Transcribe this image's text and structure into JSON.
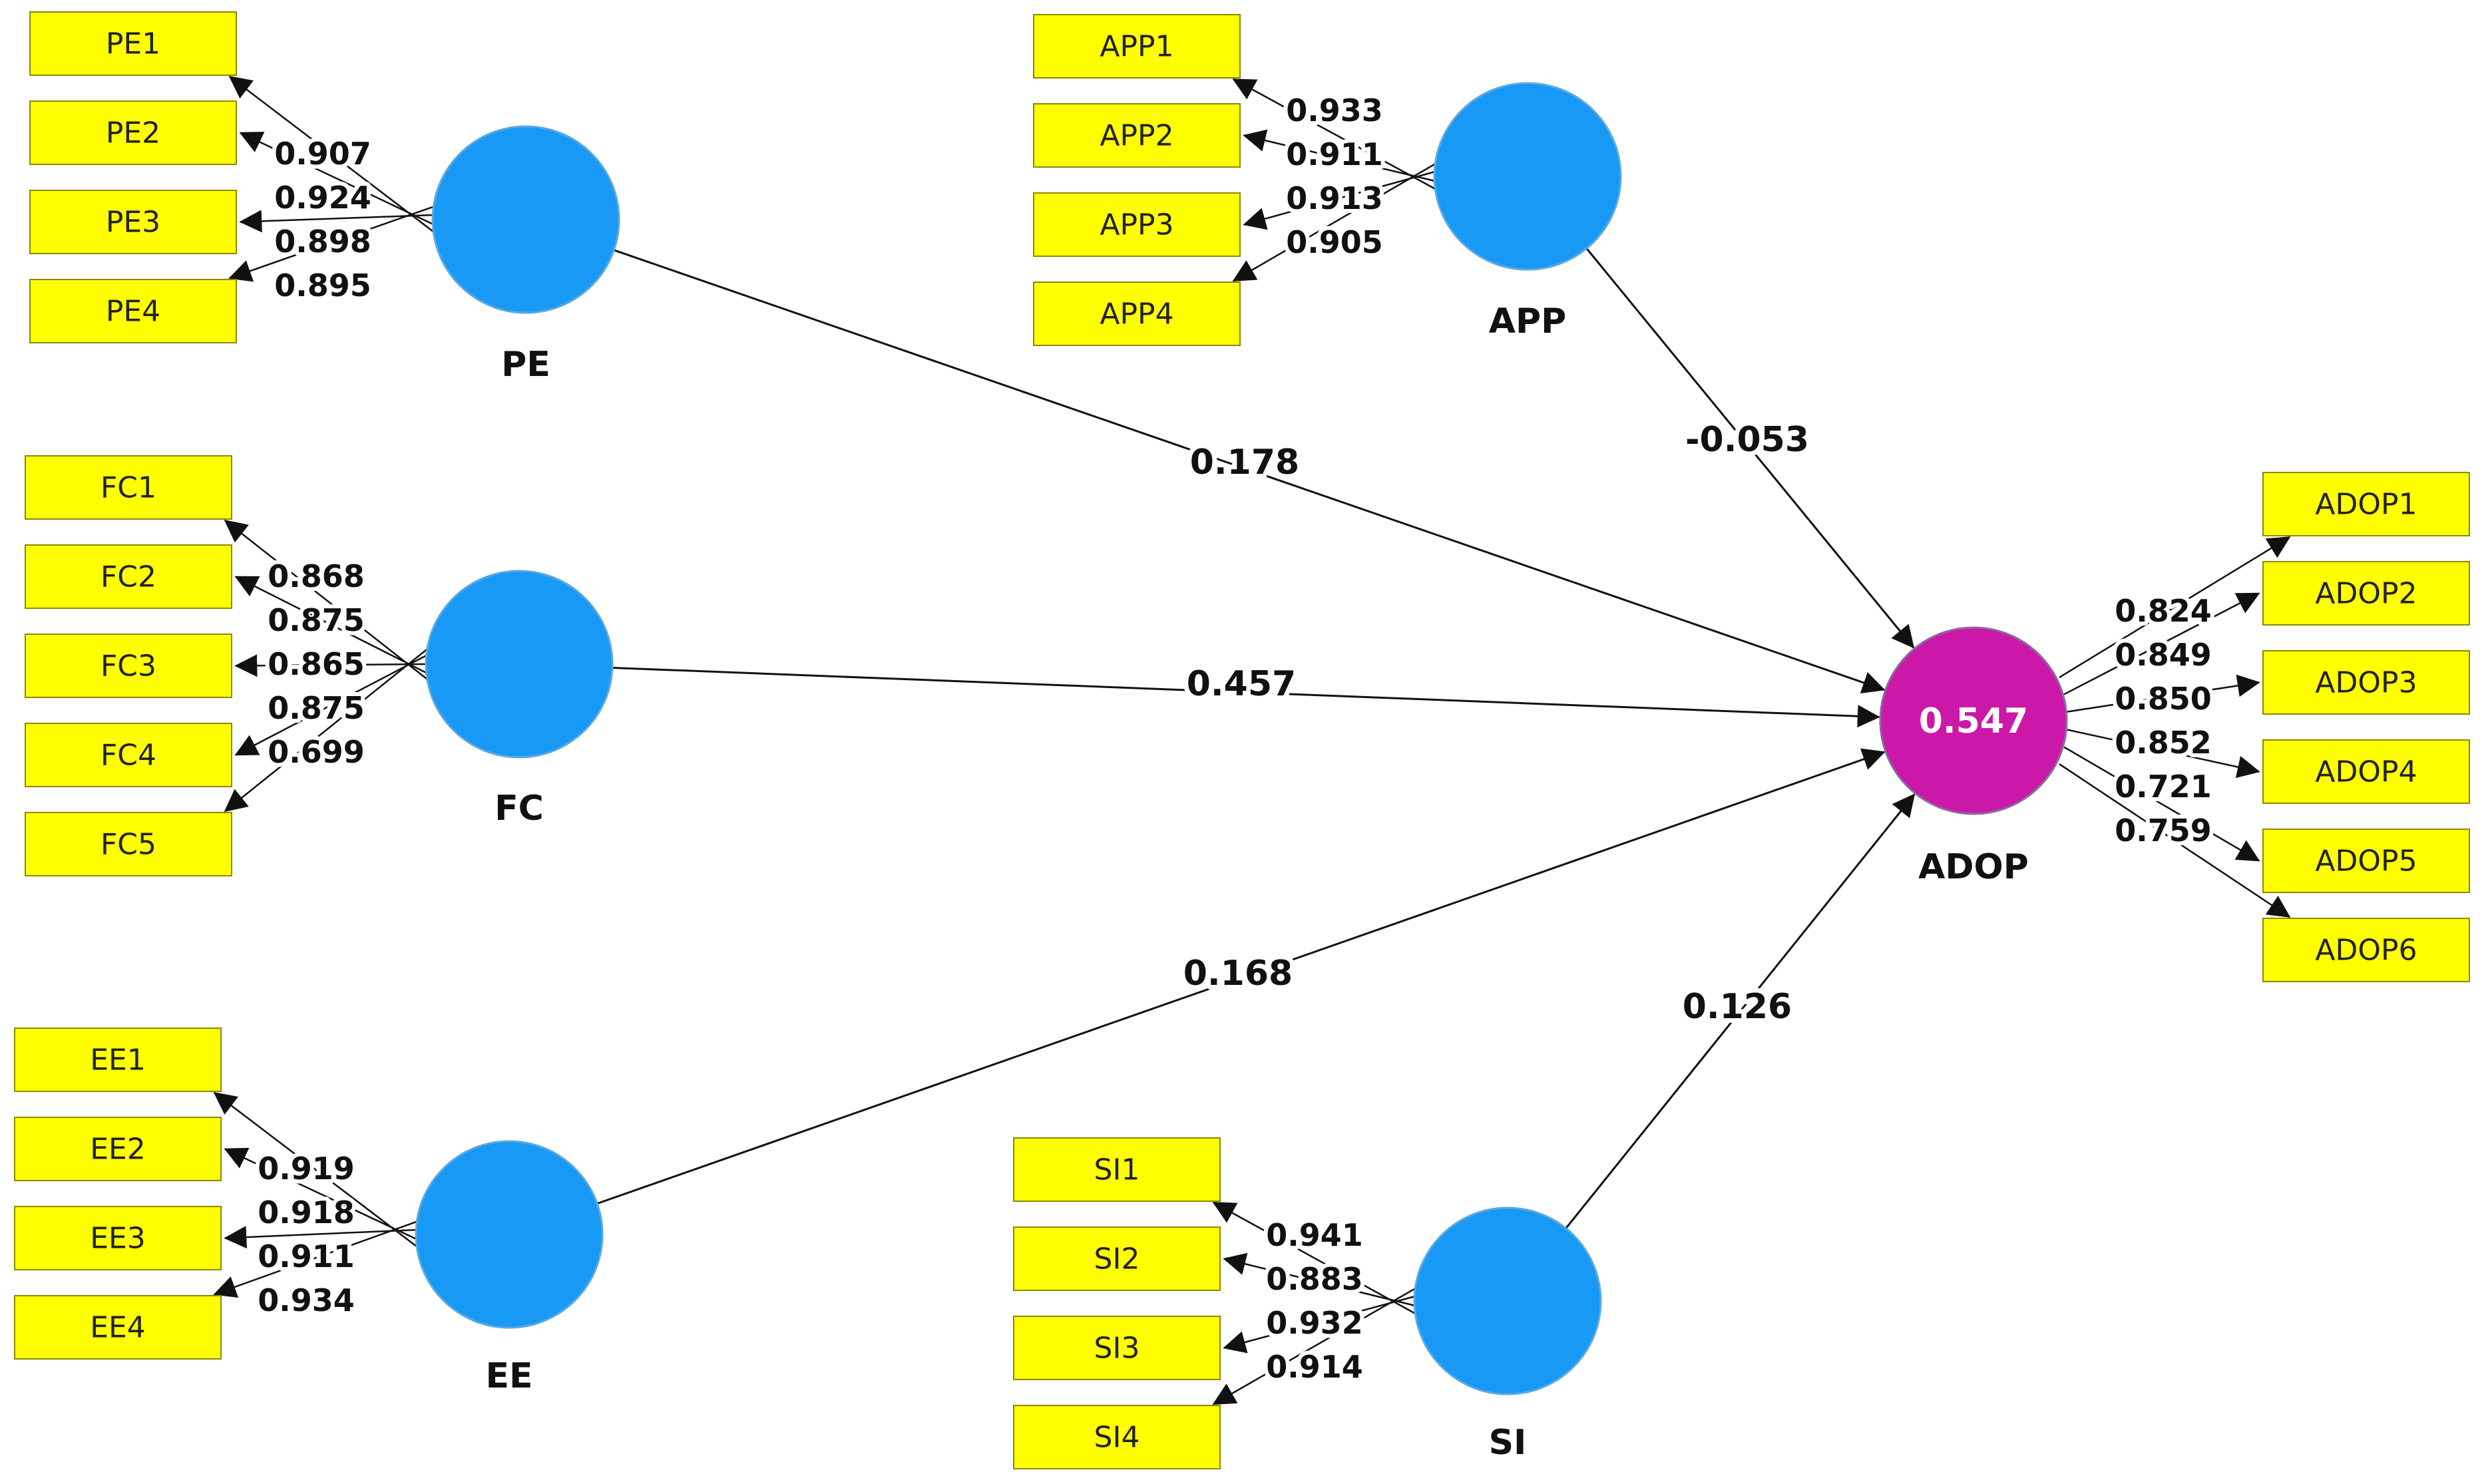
{
  "colors": {
    "indicator_fill": "#ffff00",
    "exogenous_fill": "#1799f5",
    "endogenous_fill": "#cc18a8",
    "line": "#111111"
  },
  "constructs": [
    {
      "id": "PE",
      "label": "PE",
      "role": "exogenous"
    },
    {
      "id": "APP",
      "label": "APP",
      "role": "exogenous"
    },
    {
      "id": "FC",
      "label": "FC",
      "role": "exogenous"
    },
    {
      "id": "EE",
      "label": "EE",
      "role": "exogenous"
    },
    {
      "id": "SI",
      "label": "SI",
      "role": "exogenous"
    },
    {
      "id": "ADOP",
      "label": "ADOP",
      "role": "endogenous",
      "r_squared": "0.547"
    }
  ],
  "measurement": [
    {
      "construct": "PE",
      "indicators": [
        "PE1",
        "PE2",
        "PE3",
        "PE4"
      ],
      "loadings": [
        "0.907",
        "0.924",
        "0.898",
        "0.895"
      ]
    },
    {
      "construct": "APP",
      "indicators": [
        "APP1",
        "APP2",
        "APP3",
        "APP4"
      ],
      "loadings": [
        "0.933",
        "0.911",
        "0.913",
        "0.905"
      ]
    },
    {
      "construct": "FC",
      "indicators": [
        "FC1",
        "FC2",
        "FC3",
        "FC4",
        "FC5"
      ],
      "loadings": [
        "0.868",
        "0.875",
        "0.865",
        "0.875",
        "0.699"
      ]
    },
    {
      "construct": "EE",
      "indicators": [
        "EE1",
        "EE2",
        "EE3",
        "EE4"
      ],
      "loadings": [
        "0.919",
        "0.918",
        "0.911",
        "0.934"
      ]
    },
    {
      "construct": "SI",
      "indicators": [
        "SI1",
        "SI2",
        "SI3",
        "SI4"
      ],
      "loadings": [
        "0.941",
        "0.883",
        "0.932",
        "0.914"
      ]
    },
    {
      "construct": "ADOP",
      "indicators": [
        "ADOP1",
        "ADOP2",
        "ADOP3",
        "ADOP4",
        "ADOP5",
        "ADOP6"
      ],
      "loadings": [
        "0.824",
        "0.849",
        "0.850",
        "0.852",
        "0.721",
        "0.759"
      ]
    }
  ],
  "paths": [
    {
      "from": "PE",
      "to": "ADOP",
      "coefficient": "0.178"
    },
    {
      "from": "APP",
      "to": "ADOP",
      "coefficient": "-0.053"
    },
    {
      "from": "FC",
      "to": "ADOP",
      "coefficient": "0.457"
    },
    {
      "from": "EE",
      "to": "ADOP",
      "coefficient": "0.168"
    },
    {
      "from": "SI",
      "to": "ADOP",
      "coefficient": "0.126"
    }
  ]
}
